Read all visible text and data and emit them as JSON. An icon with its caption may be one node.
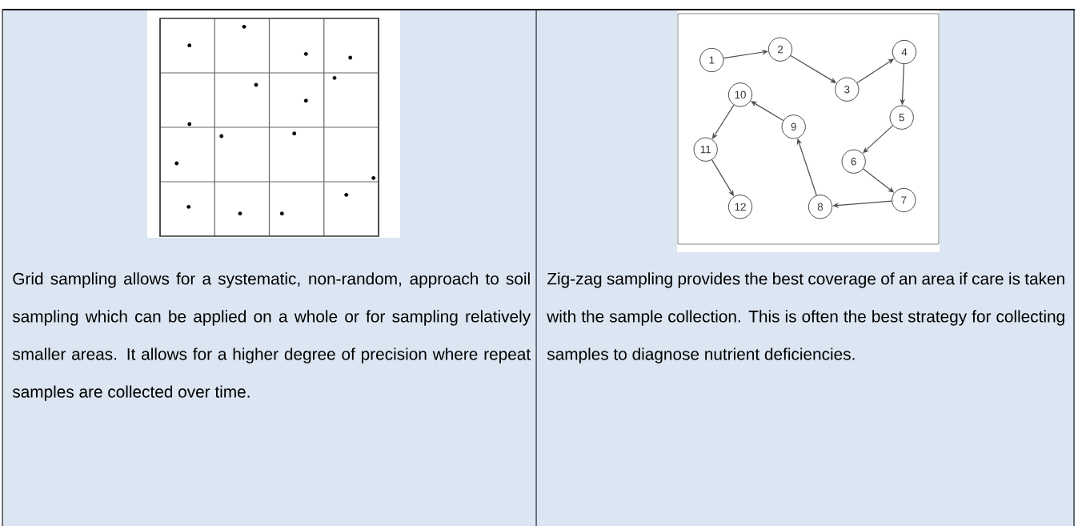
{
  "diagram": {
    "nodes": [
      {
        "text": [
          "1"
        ]
      },
      {
        "text": [
          "2"
        ]
      },
      {
        "text": [
          "3"
        ]
      },
      {
        "text": [
          "4"
        ]
      },
      {
        "text": [
          "5"
        ]
      },
      {
        "text": [
          "6"
        ]
      },
      {
        "text": [
          "7"
        ]
      },
      {
        "text": [
          "8"
        ]
      },
      {
        "text": [
          "9"
        ]
      },
      {
        "text": [
          "10"
        ]
      },
      {
        "text": [
          "11"
        ]
      },
      {
        "text": [
          "12"
        ]
      }
    ],
    "edges": [
      {
        "from": 0,
        "to": 1,
        "arrow": "to"
      },
      {
        "from": 1,
        "to": 2,
        "arrow": "to"
      },
      {
        "from": 2,
        "to": 3,
        "arrow": "to"
      },
      {
        "from": 3,
        "to": 4,
        "arrow": "to"
      },
      {
        "from": 4,
        "to": 5,
        "arrow": "to"
      },
      {
        "from": 5,
        "to": 6,
        "arrow": "to"
      },
      {
        "from": 6,
        "to": 7,
        "arrow": "to"
      },
      {
        "from": 7,
        "to": 8,
        "arrow": "to"
      },
      {
        "from": 8,
        "to": 9,
        "arrow": "to"
      },
      {
        "from": 9,
        "to": 10,
        "arrow": "to"
      },
      {
        "from": 10,
        "to": 11,
        "arrow": "to"
      }
    ],
    "labels": [
      "Grid sampling allows for a systematic, non-random, approach to soil sampling which can be applied on a whole or for sampling relatively smaller areas. It allows for a higher degree of precision where repeat samples are collected over time.",
      "Zig-zag sampling provides the best coverage of an area if care is taken with the sample collection. This is often the best strategy for collecting samples to diagnose nutrient deficiencies."
    ]
  }
}
